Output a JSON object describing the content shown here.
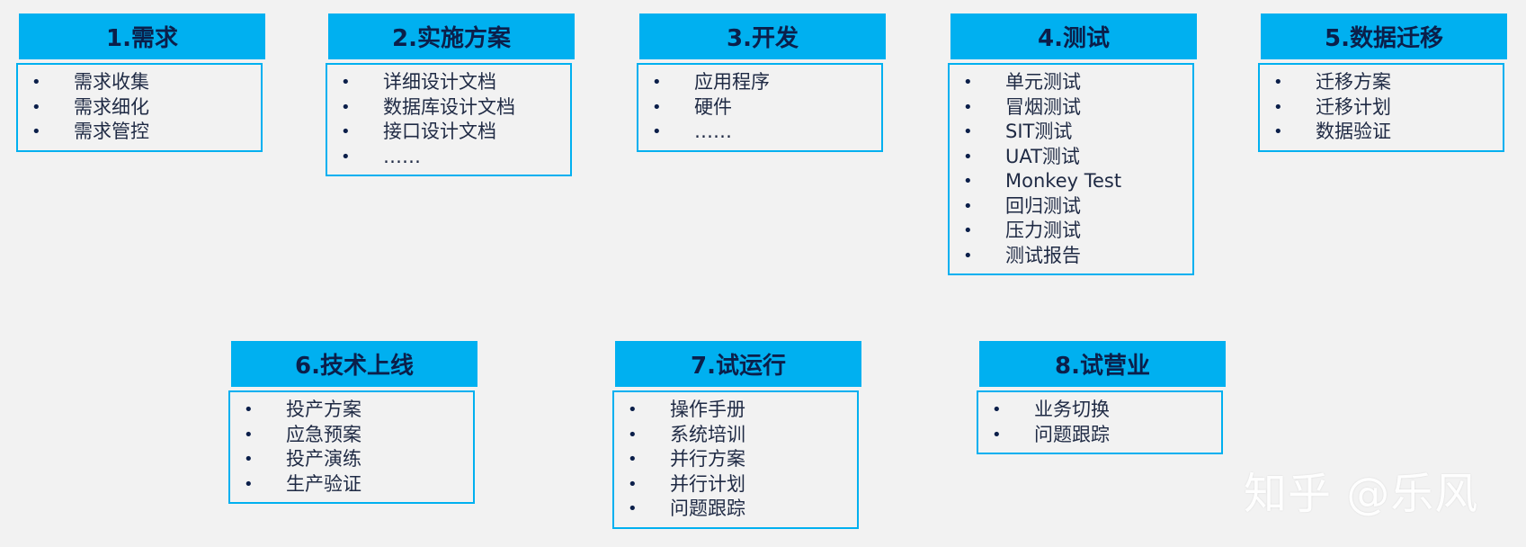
{
  "cards": [
    {
      "title": "1.需求",
      "items": [
        "需求收集",
        "需求细化",
        "需求管控"
      ]
    },
    {
      "title": "2.实施方案",
      "items": [
        "详细设计文档",
        "数据库设计文档",
        "接口设计文档",
        "……"
      ]
    },
    {
      "title": "3.开发",
      "items": [
        "应用程序",
        "硬件",
        "……"
      ]
    },
    {
      "title": "4.测试",
      "items": [
        "单元测试",
        "冒烟测试",
        "SIT测试",
        "UAT测试",
        "Monkey Test",
        "回归测试",
        "压力测试",
        "测试报告"
      ]
    },
    {
      "title": "5.数据迁移",
      "items": [
        "迁移方案",
        "迁移计划",
        "数据验证"
      ]
    },
    {
      "title": "6.技术上线",
      "items": [
        "投产方案",
        "应急预案",
        "投产演练",
        "生产验证"
      ]
    },
    {
      "title": "7.试运行",
      "items": [
        "操作手册",
        "系统培训",
        "并行方案",
        "并行计划",
        "问题跟踪"
      ]
    },
    {
      "title": "8.试营业",
      "items": [
        "业务切换",
        "问题跟踪"
      ]
    }
  ],
  "watermark": "知乎 @乐风",
  "colors": {
    "header_fill": "#00b0f0",
    "border": "#00b0f0",
    "header_text": "#0b1f4a",
    "background": "#f2f2f2"
  }
}
